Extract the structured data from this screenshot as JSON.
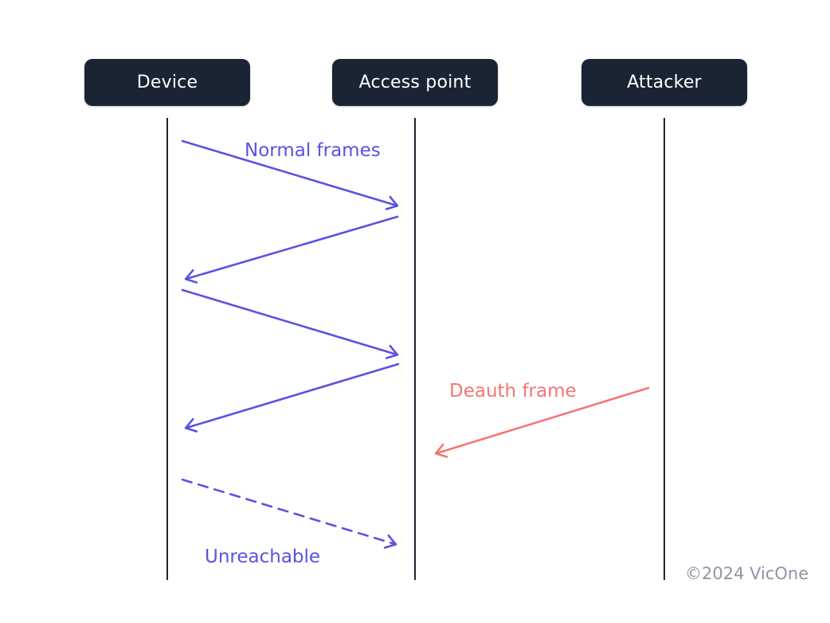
{
  "actors": [
    {
      "label": "Device"
    },
    {
      "label": "Access point"
    },
    {
      "label": "Attacker"
    }
  ],
  "messages": {
    "normal": {
      "label": "Normal frames",
      "style": "solid",
      "direction": "device-accesspoint-bidirectional",
      "arrow_count": 4
    },
    "deauth": {
      "label": "Deauth frame",
      "style": "solid",
      "direction": "attacker-to-accesspoint"
    },
    "unreachable": {
      "label": "Unreachable",
      "style": "dashed",
      "direction": "device-to-accesspoint"
    }
  },
  "footer": {
    "copyright": "©2024 VicOne"
  },
  "colors": {
    "background": "#ffffff",
    "actor_bg": "#1b2432",
    "actor_text": "#ffffff",
    "normal_arrow": "#5a52e2",
    "attack_arrow": "#f87474",
    "lifeline": "#1b2432",
    "footer_text": "#8d96a5"
  }
}
